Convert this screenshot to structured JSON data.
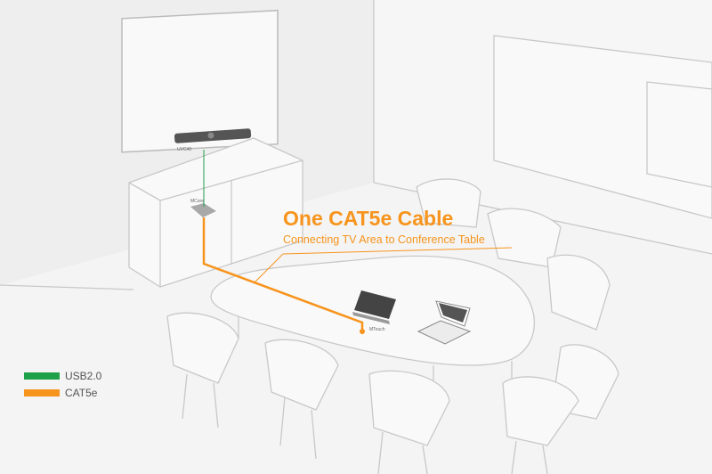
{
  "headline": {
    "title": "One CAT5e Cable",
    "subtitle": "Connecting TV Area to Conference Table"
  },
  "devices": {
    "camera": "UVC40",
    "hub": "MCore",
    "touch": "MTouch"
  },
  "legend": [
    {
      "label": "USB2.0",
      "color": "#1ea04a"
    },
    {
      "label": "CAT5e",
      "color": "#f7941d"
    }
  ],
  "colors": {
    "accent": "#f7941d",
    "usb": "#1ea04a"
  }
}
